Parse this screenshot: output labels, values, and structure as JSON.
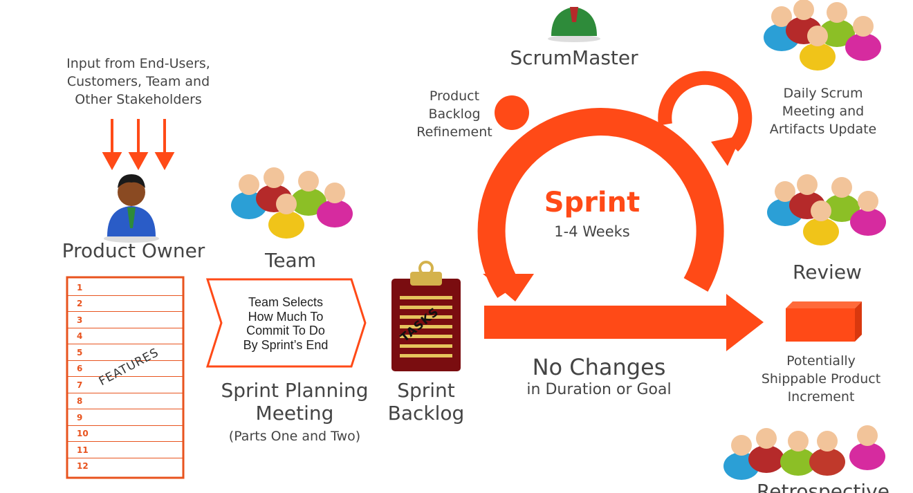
{
  "input_text": [
    "Input from End-Users,",
    "Customers, Team and",
    "Other Stakeholders"
  ],
  "product_owner": "Product Owner",
  "team": "Team",
  "features_label": "FEATURES",
  "feature_numbers": [
    "1",
    "2",
    "3",
    "4",
    "5",
    "6",
    "7",
    "8",
    "9",
    "10",
    "11",
    "12"
  ],
  "team_selects": [
    "Team Selects",
    "How Much To",
    "Commit To Do",
    "By Sprint’s End"
  ],
  "sprint_planning": [
    "Sprint Planning",
    "Meeting"
  ],
  "sprint_planning_parts": "(Parts One and Two)",
  "tasks_label": "TASKS",
  "sprint_backlog": [
    "Sprint",
    "Backlog"
  ],
  "scrum_master": "ScrumMaster",
  "backlog_refinement": [
    "Product",
    "Backlog",
    "Refinement"
  ],
  "sprint": "Sprint",
  "sprint_duration": "1-4 Weeks",
  "no_changes": "No Changes",
  "no_changes_sub": "in Duration or Goal",
  "daily_scrum": [
    "Daily Scrum",
    "Meeting and",
    "Artifacts Update"
  ],
  "review": "Review",
  "increment": [
    "Potentially",
    "Shippable Product",
    "Increment"
  ],
  "retrospective": "Retrospective",
  "colors": {
    "accent": "#ff4a17",
    "feature_border": "#e8531e",
    "clipboard": "#7a0d10",
    "text": "#444444"
  }
}
